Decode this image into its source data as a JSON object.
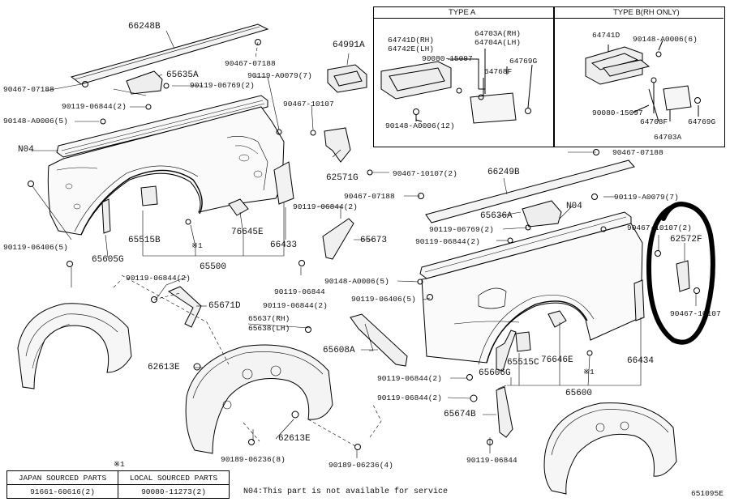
{
  "type_boxes": {
    "type_a_title": "TYPE A",
    "type_b_title": "TYPE B(RH ONLY)"
  },
  "parts": {
    "p66248B": "66248B",
    "p90467_07188_a": "90467-07188",
    "p90467_07188_b": "90467-07188",
    "p65635A": "65635A",
    "p90119_06769_2a": "90119-06769(2)",
    "p90119_06844_2a": "90119-06844(2)",
    "p90148_A0006_5a": "90148-A0006(5)",
    "pN04a": "N04",
    "p90119_A0079_7a": "90119-A0079(7)",
    "p64991A": "64991A",
    "p90467_10107": "90467-10107",
    "p62571G": "62571G",
    "p90467_10107_2": "90467-10107(2)",
    "p90119_06406_5a": "90119-06406(5)",
    "p65515B": "65515B",
    "p65605G": "65605G",
    "pX1a": "※1",
    "p65500": "65500",
    "p76645E": "76645E",
    "p66433": "66433",
    "p90119_06844_2b": "90119-06844(2)",
    "p65673": "65673",
    "p90119_06844_2c": "90119-06844(2)",
    "p90119_06844": "90119-06844",
    "p90119_06844_2d": "90119-06844(2)",
    "p65671D": "65671D",
    "p65637RH": "65637(RH)",
    "p65638LH": "65638(LH)",
    "p62613Ea": "62613E",
    "p62613Eb": "62613E",
    "p90189_06236_8": "90189-06236(8)",
    "p90189_06236_4": "90189-06236(4)",
    "p66249B": "66249B",
    "p90467_07188_c": "90467-07188",
    "p65636A": "65636A",
    "pN04b": "N04",
    "p90119_06769_2b": "90119-06769(2)",
    "p90119_06844_2e": "90119-06844(2)",
    "p90148_A0006_5b": "90148-A0006(5)",
    "p90119_06406_5b": "90119-06406(5)",
    "p65608A": "65608A",
    "p90119_06844_2f": "90119-06844(2)",
    "p90119_06844_2g": "90119-06844(2)",
    "p65515C": "65515C",
    "p65606G": "65606G",
    "p76646E": "76646E",
    "pX1b": "※1",
    "p65600": "65600",
    "p66434": "66434",
    "p65674B": "65674B",
    "p90119_06844_b": "90119-06844",
    "p90467_07188_d": "90467-07188",
    "p90119_A0079_7b": "90119-A0079(7)",
    "p90467_10107_2b": "90467-10107(2)",
    "p62572F": "62572F",
    "p90467_10107b": "90467-10107",
    "a64741D": "64741D(RH)",
    "a64742E": "64742E(LH)",
    "a90080_15097": "90080-15097",
    "a64703A_RH": "64703A(RH)",
    "a64704A_LH": "64704A(LH)",
    "a64769G": "64769G",
    "a64768F": "64768F",
    "a90148_A0006_12": "90148-A0006(12)",
    "b64741D": "64741D",
    "b90148_A0006_6": "90148-A0006(6)",
    "b90080_15097": "90080-15097",
    "b64768F": "64768F",
    "b64769G": "64769G",
    "b64703A": "64703A"
  },
  "sourced_table": {
    "note_mark": "※1",
    "headers": [
      "JAPAN SOURCED PARTS",
      "LOCAL SOURCED PARTS"
    ],
    "values": [
      "91661-60616(2)",
      "90080-11273(2)"
    ]
  },
  "footnote": "N04:This part is not available for service",
  "diagram_code": "651095E"
}
